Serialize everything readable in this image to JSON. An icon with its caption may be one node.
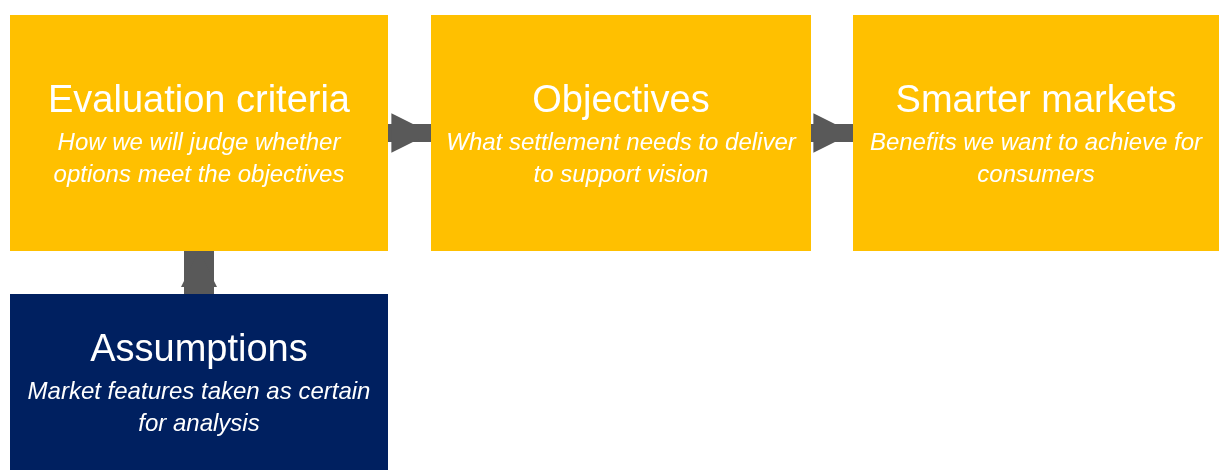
{
  "diagram": {
    "nodes": [
      {
        "text": [
          "Evaluation criteria",
          "How we will judge whether options meet the objectives"
        ]
      },
      {
        "text": [
          "Objectives",
          "What settlement needs to deliver to support vision"
        ]
      },
      {
        "text": [
          "Smarter markets",
          "Benefits we want to achieve for consumers"
        ]
      },
      {
        "text": [
          "Assumptions",
          "Market features taken as certain for analysis"
        ]
      }
    ],
    "edges": [
      {
        "from": 0,
        "to": 1,
        "arrow": "to"
      },
      {
        "from": 1,
        "to": 2,
        "arrow": "to"
      },
      {
        "from": 3,
        "to": 0,
        "arrow": "to"
      }
    ]
  }
}
